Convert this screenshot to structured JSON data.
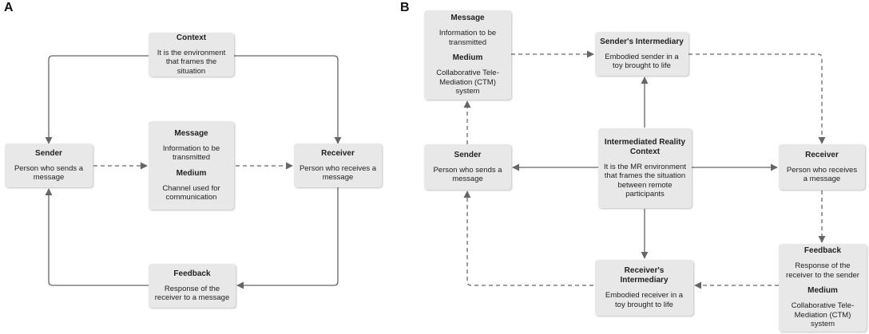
{
  "panels": {
    "a": {
      "label": "A",
      "context": {
        "title": "Context",
        "text": "It is the environment that frames the situation"
      },
      "sender": {
        "title": "Sender",
        "text": "Person who sends a message"
      },
      "message": {
        "title": "Message",
        "text": "Information to be transmitted",
        "title2": "Medium",
        "text2": "Channel used for communication"
      },
      "receiver": {
        "title": "Receiver",
        "text": "Person who receives a message"
      },
      "feedback": {
        "title": "Feedback",
        "text": "Response of the receiver to a message"
      }
    },
    "b": {
      "label": "B",
      "message": {
        "title": "Message",
        "text": "Information to be transmitted",
        "title2": "Medium",
        "text2": "Collaborative Tele-Mediation (CTM) system"
      },
      "senders_intermediary": {
        "title": "Sender's Intermediary",
        "text": "Embodied sender in a toy brought to life"
      },
      "sender": {
        "title": "Sender",
        "text": "Person who sends a message"
      },
      "context": {
        "title": "Intermediated Reality Context",
        "text": "It is the MR environment that frames the situation between remote participants"
      },
      "receiver": {
        "title": "Receiver",
        "text": "Person who receives a message"
      },
      "receivers_intermediary": {
        "title": "Receiver's Intermediary",
        "text": "Embodied receiver in a toy brought to life"
      },
      "feedback": {
        "title": "Feedback",
        "text": "Response of the receiver to the sender",
        "title2": "Medium",
        "text2": "Collaborative Tele-Mediation (CTM) system"
      }
    }
  },
  "colors": {
    "box_fill": "#e8e8e8",
    "arrow": "#666666"
  }
}
